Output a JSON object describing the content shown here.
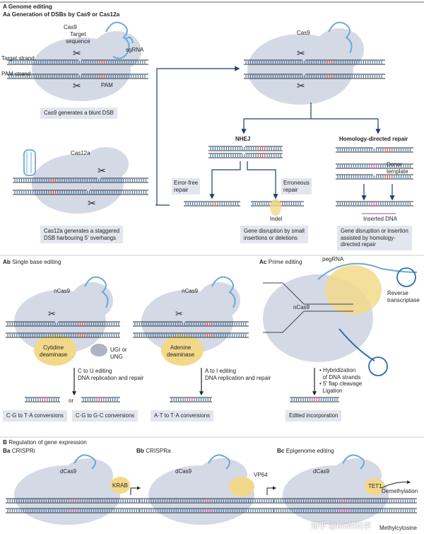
{
  "title_a": "A",
  "heading_a": "Genome editing",
  "title_aa": "Aa",
  "heading_aa": "Generation of DSBs by Cas9 or Cas12a",
  "cas9": "Cas9",
  "target_sequence": "Target\nsequence",
  "sgrna": "sgRNA",
  "target_strand": "Target strand",
  "pam_strand": "PAM strand",
  "pam": "PAM",
  "cap_cas9_blunt": "Cas9 generates a blunt DSB",
  "cas12a": "Cas12a",
  "cap_cas12a": "Cas12a generates a staggered\nDSB harbouring 5′ overhangs",
  "cas9_right": "Cas9",
  "nhej": "NHEJ",
  "hdr": "Homology-directed repair",
  "donor_template": "Donor\ntemplate",
  "error_free": "Error-free\nrepair",
  "erroneous": "Erroneous\nrepair",
  "indel": "Indel",
  "inserted_dna": "Inserted DNA",
  "cap_disruption_small": "Gene disruption by small\ninsertions or deletions",
  "cap_disruption_insertion": "Gene disruption or insertion\nassisted by homology-\ndirected repair",
  "title_ab": "Ab",
  "heading_ab": "Single base editing",
  "ncas9_1": "nCas9",
  "ncas9_2": "nCas9",
  "cytidine_deaminase": "Cytidine\ndeaminase",
  "adenine_deaminase": "Adenine\ndeaminase",
  "ugi": "UGI or\nUNG",
  "ctou": "C to U editing\nDNA replication and repair",
  "atoi": "A to I editing\nDNA replication and repair",
  "or": "or",
  "cap_cg_ta": "C·G to T·A conversions",
  "cap_cg_gc": "C·G to G·C conversions",
  "cap_at_ga": "A·T to T·A conversions",
  "title_ac": "Ac",
  "heading_ac": "Prime editing",
  "pegrna": "pegRNA",
  "ncas9_3": "nCas9",
  "reverse_transcriptase": "Reverse\ntranscriptase",
  "prime_steps": "• Hybridization\n  of DNA strands\n• 5′ flap cleavage\n  Ligation",
  "cap_edited": "Edited incorporation",
  "title_b": "B",
  "heading_b": "Regulation of gene expression",
  "title_ba": "Ba",
  "heading_ba": "CRISPRi",
  "title_bb": "Bb",
  "heading_bb": "CRISPRa",
  "title_bc": "Bc",
  "heading_bc": "Epigenome editing",
  "dcas9_1": "dCas9",
  "dcas9_2": "dCas9",
  "dcas9_3": "dCas9",
  "krab": "KRAB",
  "vp64": "VP64",
  "tet1": "TET1",
  "demethylation": "Demethylation",
  "methylcytosine": "Methylcytosine",
  "watermark": "知乎 @Bio的科学",
  "colors": {
    "body": "#d4d9e6",
    "stroke": "#2b2b2b",
    "blue_tick": "#2c6fa8",
    "red_tick": "#d2353b",
    "rna": "#6aa9d8",
    "yellow": "#f2d98a",
    "arrow": "#1c3f73",
    "magenta": "#a84b9c"
  }
}
